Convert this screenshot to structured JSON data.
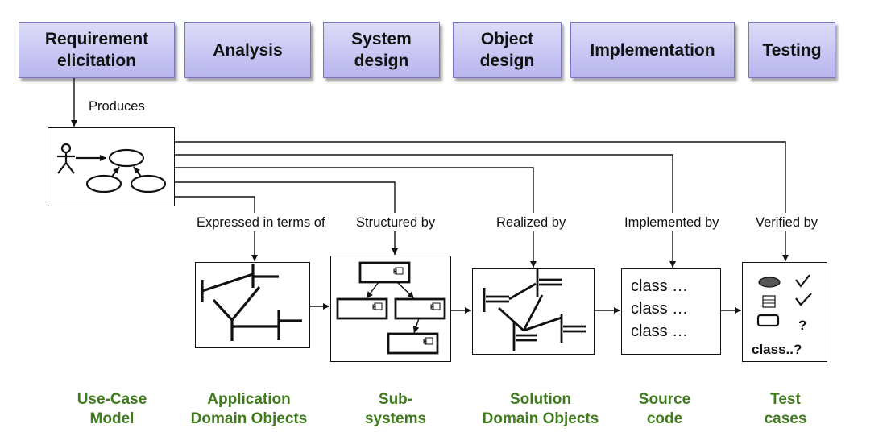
{
  "phases": [
    "Requirement\nelicitation",
    "Analysis",
    "System\ndesign",
    "Object\ndesign",
    "Implementation",
    "Testing"
  ],
  "labels": {
    "produces": "Produces",
    "expressed": "Expressed in terms of",
    "structured": "Structured by",
    "realized": "Realized by",
    "implemented": "Implemented by",
    "verified": "Verified by"
  },
  "source_code_lines": [
    "class …",
    "class …",
    "class …"
  ],
  "test_cases": {
    "mark_q": "?",
    "class_label": "class..?"
  },
  "captions": [
    "Use-Case\nModel",
    "Application\nDomain Objects",
    "Sub-\nsystems",
    "Solution\nDomain Objects",
    "Source\ncode",
    "Test\ncases"
  ],
  "colors": {
    "phase_fill": "#c5c2f3",
    "phase_border": "#7a74c8",
    "caption": "#3f7a1c"
  }
}
